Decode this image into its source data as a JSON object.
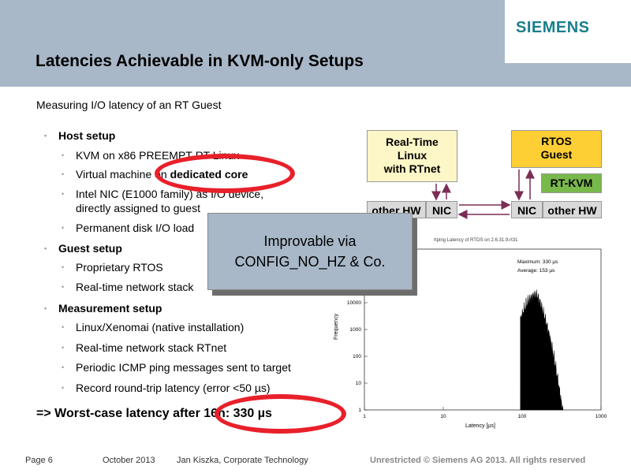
{
  "header": {
    "logo": "SIEMENS",
    "title": "Latencies Achievable in KVM-only Setups"
  },
  "subtitle": "Measuring I/O latency of an RT Guest",
  "bullets": {
    "host": "Host setup",
    "host_1": "KVM on x86 PREEMPT-RT Linux",
    "host_2a": "Virtual machine on ",
    "host_2b": "dedicated core",
    "host_3a": "Intel NIC (E1000 family) as I/O device,",
    "host_3b": "directly assigned to guest",
    "host_4": "Permanent disk I/O load",
    "guest": "Guest setup",
    "guest_1": "Proprietary RTOS",
    "guest_2": "Real-time network stack",
    "meas": "Measurement setup",
    "meas_1": "Linux/Xenomai (native installation)",
    "meas_2": "Real-time network stack RTnet",
    "meas_3": "Periodic ICMP ping messages sent to target",
    "meas_4": "Record round-trip latency (error <50 µs)"
  },
  "conclusion": "=> Worst-case latency after 16h: 330 µs",
  "diagram": {
    "rt_linux_1": "Real-Time",
    "rt_linux_2": "Linux",
    "rt_linux_3": "with RTnet",
    "rtos_1": "RTOS",
    "rtos_2": "Guest",
    "rtkvm": "RT-KVM",
    "other_hw": "other HW",
    "nic": "NIC"
  },
  "overlay": {
    "line1": "Improvable via",
    "line2": "CONFIG_NO_HZ & Co."
  },
  "footer": {
    "page": "Page 6",
    "date": "October 2013",
    "author": "Jan Kiszka, Corporate Technology",
    "right": "Unrestricted © Siemens AG 2013. All rights reserved"
  },
  "chart_data": {
    "type": "histogram",
    "title": "rtping Latency of RTOS on 2.6.31.9-rt31",
    "xlabel": "Latency [µs]",
    "ylabel": "Frequency",
    "xscale": "log",
    "yscale": "log",
    "xlim": [
      1,
      1000
    ],
    "ylim": [
      1,
      1000000
    ],
    "x_ticks": [
      "1",
      "10",
      "100",
      "1000"
    ],
    "y_ticks": [
      "10000",
      "1000",
      "100",
      "10",
      "1"
    ],
    "annotations": [
      "Maximum: 330 µs",
      "Average: 153 µs"
    ],
    "max_latency": 330,
    "avg_latency": 153,
    "legend": "top-right",
    "grid": false
  }
}
